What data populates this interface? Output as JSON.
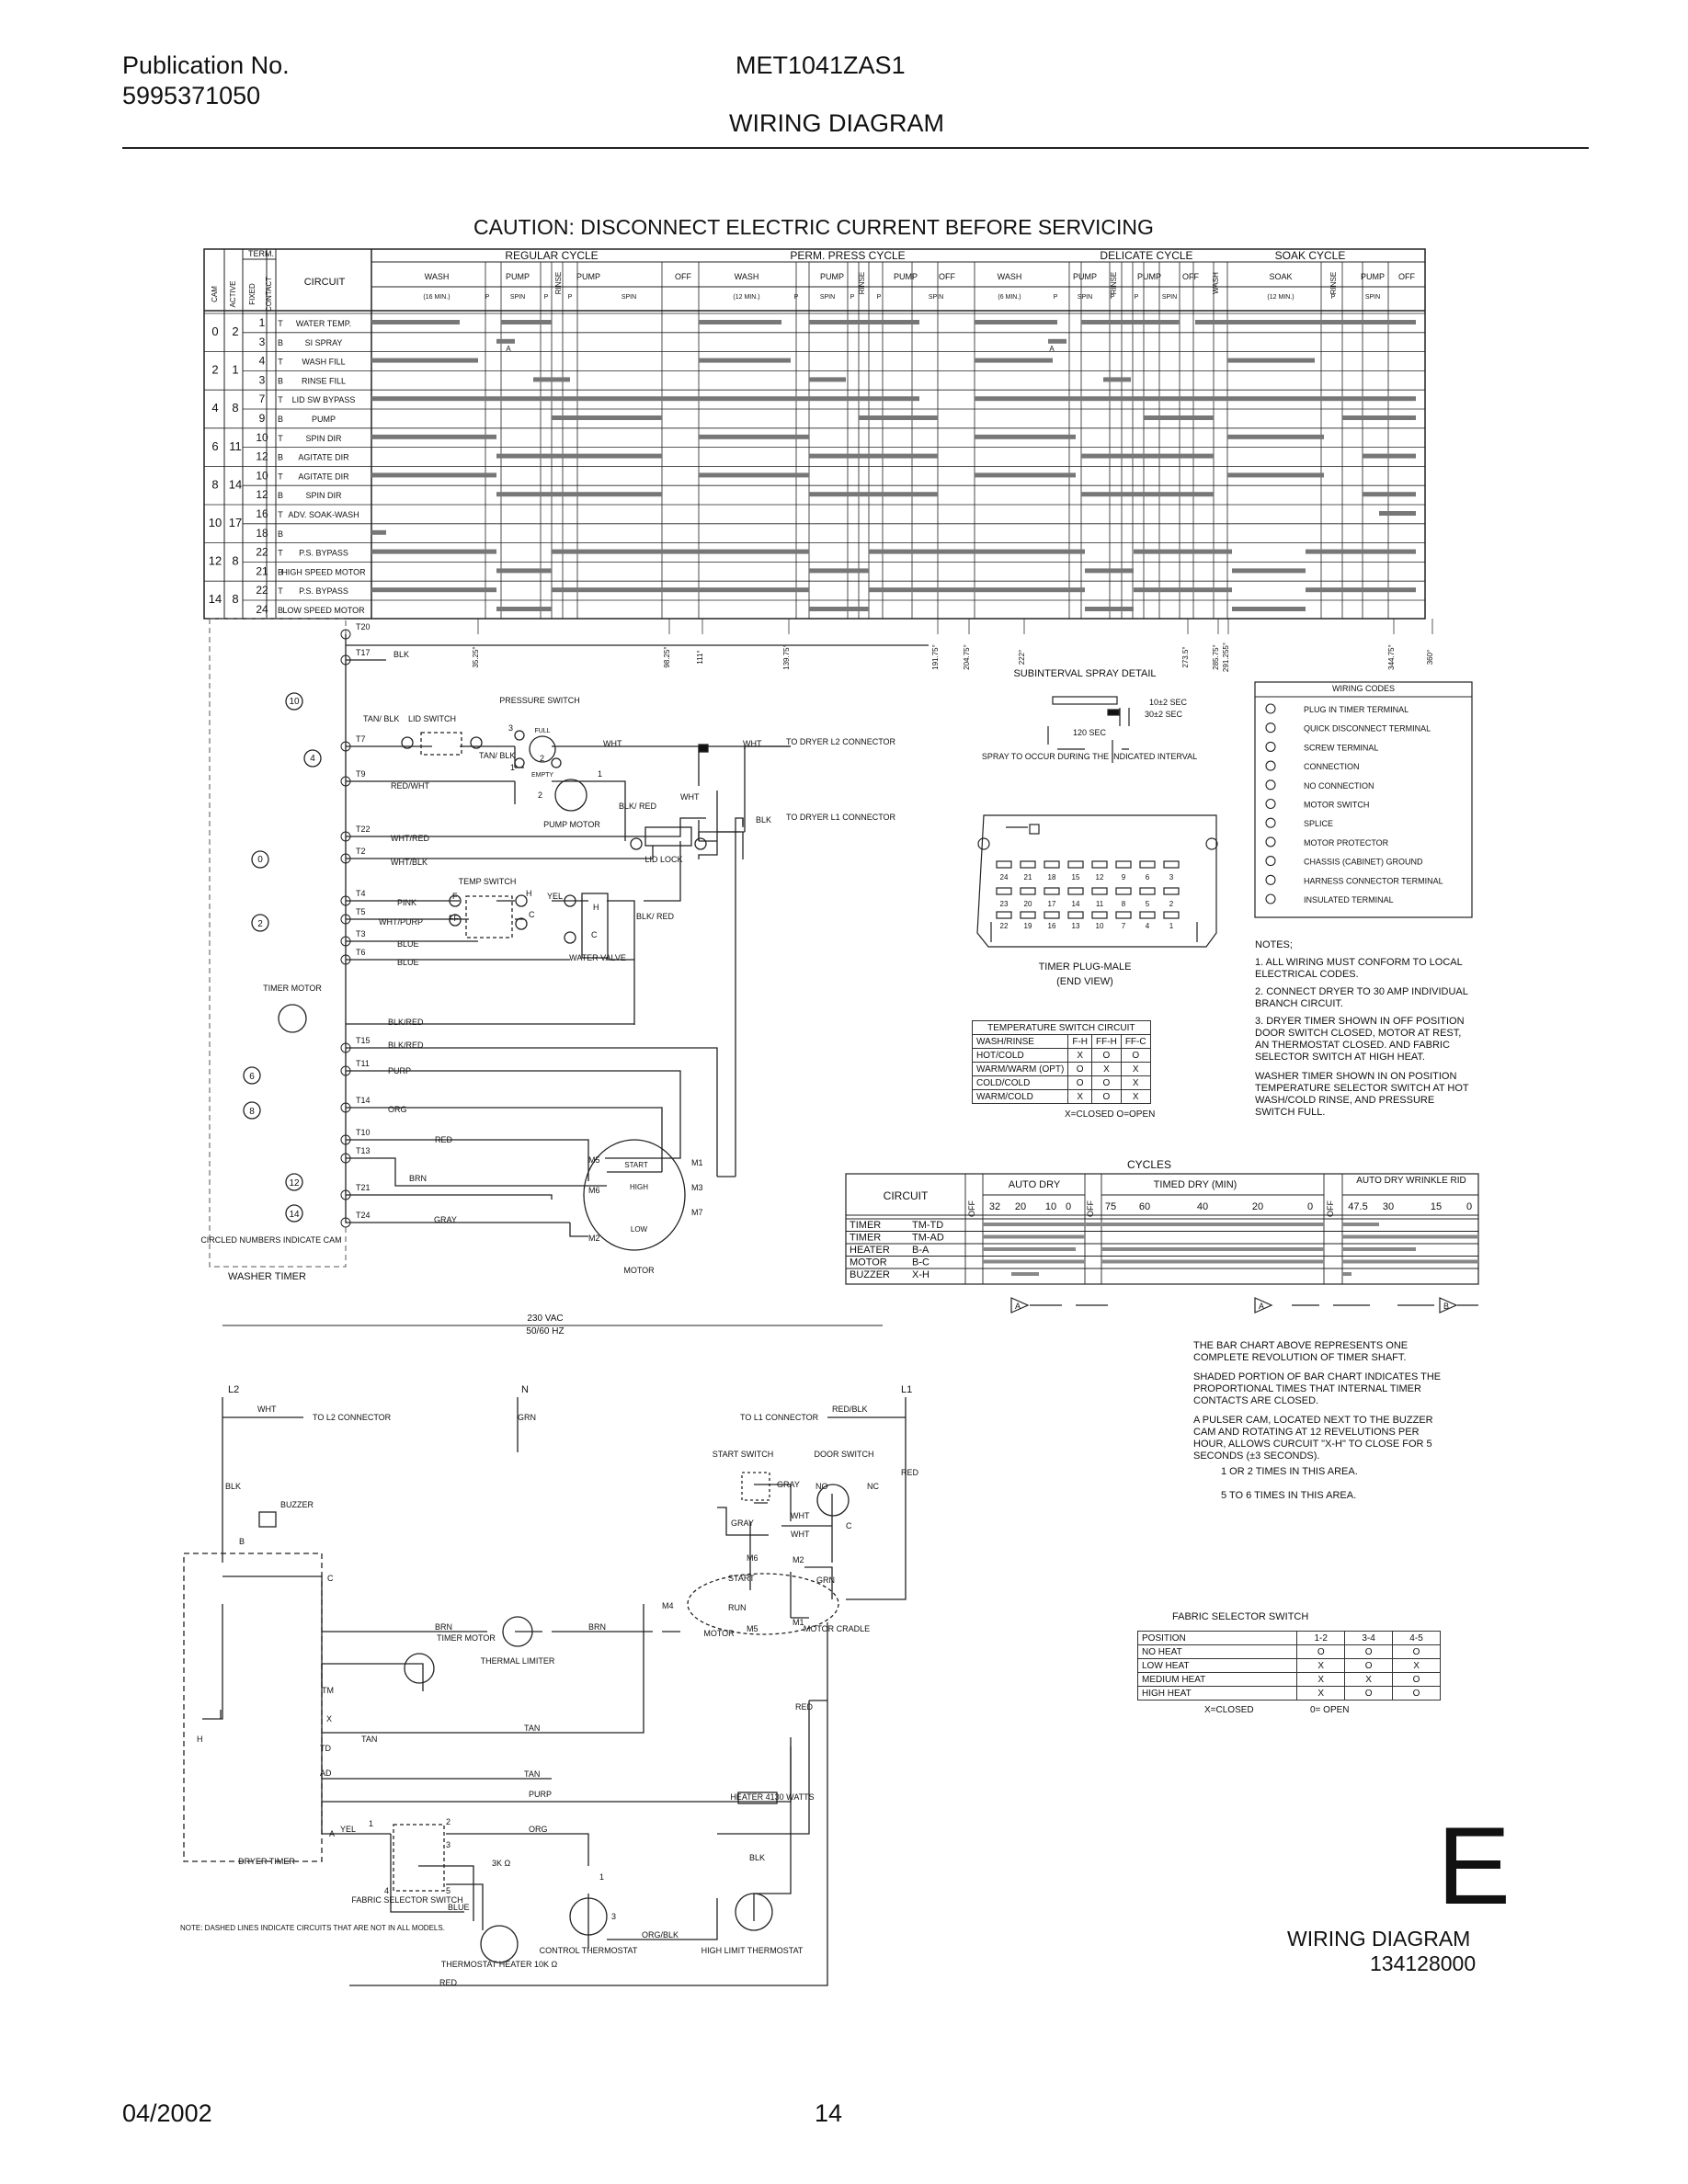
{
  "header": {
    "pub_label": "Publication No.",
    "pub_number": "5995371050",
    "model": "MET1041ZAS1",
    "doc_title": "WIRING DIAGRAM"
  },
  "caution": "CAUTION: DISCONNECT ELECTRIC CURRENT BEFORE SERVICING",
  "cam_chart": {
    "col_headers": {
      "term": "TERM.",
      "cam": "CAM",
      "active": "ACTIVE",
      "fixed": "FIXED",
      "contact": "CONTACT",
      "circuit": "CIRCUIT"
    },
    "cycles": [
      "REGULAR CYCLE",
      "PERM. PRESS CYCLE",
      "DELICATE CYCLE",
      "SOAK CYCLE"
    ],
    "sub_labels": [
      "WASH",
      "PUMP",
      "RINSE",
      "PUMP",
      "OFF",
      "WASH",
      "PUMP",
      "RINSE",
      "PUMP",
      "OFF",
      "WASH",
      "PUMP",
      "RINSE",
      "PUMP",
      "OFF",
      "WASH",
      "SOAK",
      "RINSE",
      "PUMP",
      "OFF"
    ],
    "sub_sub_labels": [
      "(16 MIN.)",
      "P",
      "SPIN",
      "P",
      "P",
      "SPIN",
      "(12 MIN.)",
      "P",
      "SPIN",
      "P",
      "P",
      "SPIN",
      "(6 MIN.)",
      "P",
      "SPIN",
      "P",
      "P",
      "SPIN",
      "(12 MIN.)",
      "P",
      "SPIN"
    ],
    "rows": [
      {
        "cam": "0",
        "active": "2",
        "fixed": "1",
        "contact": "T",
        "circuit": "WATER TEMP."
      },
      {
        "cam": "",
        "active": "",
        "fixed": "3",
        "contact": "B",
        "circuit": "SI SPRAY"
      },
      {
        "cam": "2",
        "active": "1",
        "fixed": "4",
        "contact": "T",
        "circuit": "WASH FILL"
      },
      {
        "cam": "",
        "active": "",
        "fixed": "3",
        "contact": "B",
        "circuit": "RINSE FILL"
      },
      {
        "cam": "4",
        "active": "8",
        "fixed": "7",
        "contact": "T",
        "circuit": "LID SW BYPASS"
      },
      {
        "cam": "",
        "active": "",
        "fixed": "9",
        "contact": "B",
        "circuit": "PUMP"
      },
      {
        "cam": "6",
        "active": "11",
        "fixed": "10",
        "contact": "T",
        "circuit": "SPIN DIR"
      },
      {
        "cam": "",
        "active": "",
        "fixed": "12",
        "contact": "B",
        "circuit": "AGITATE DIR"
      },
      {
        "cam": "8",
        "active": "14",
        "fixed": "10",
        "contact": "T",
        "circuit": "AGITATE DIR"
      },
      {
        "cam": "",
        "active": "",
        "fixed": "12",
        "contact": "B",
        "circuit": "SPIN DIR"
      },
      {
        "cam": "10",
        "active": "17",
        "fixed": "16",
        "contact": "T",
        "circuit": "ADV. SOAK-WASH"
      },
      {
        "cam": "",
        "active": "",
        "fixed": "18",
        "contact": "B",
        "circuit": ""
      },
      {
        "cam": "12",
        "active": "8",
        "fixed": "22",
        "contact": "T",
        "circuit": "P.S. BYPASS"
      },
      {
        "cam": "",
        "active": "",
        "fixed": "21",
        "contact": "B",
        "circuit": "HIGH SPEED MOTOR"
      },
      {
        "cam": "14",
        "active": "8",
        "fixed": "22",
        "contact": "T",
        "circuit": "P.S. BYPASS"
      },
      {
        "cam": "",
        "active": "",
        "fixed": "24",
        "contact": "B",
        "circuit": "LOW SPEED MOTOR"
      }
    ],
    "pulse_marks": [
      "A",
      "A"
    ],
    "degree_marks": [
      "35.25°",
      "98.25°",
      "111°",
      "139.75°",
      "191.75°",
      "204.75°",
      "222°",
      "273.5°",
      "285.75°",
      "291.255°",
      "344.75°",
      "360°"
    ]
  },
  "washer_timer": {
    "terminals": [
      "T20",
      "T17",
      "T7",
      "T9",
      "T22",
      "T2",
      "T4",
      "T5",
      "T3",
      "T6",
      "T15",
      "T11",
      "T14",
      "T10",
      "T13",
      "T21",
      "T24"
    ],
    "cams": [
      "10",
      "4",
      "0",
      "2",
      "6",
      "8",
      "12",
      "14"
    ],
    "wires": [
      "BLK",
      "TAN/ BLK",
      "RED/WHT",
      "WHT/RED",
      "WHT/BLK",
      "PINK",
      "WHT/PURP",
      "BLUE",
      "BLUE",
      "BLK/RED",
      "BLK/RED",
      "PURP",
      "ORG",
      "RED",
      "BRN",
      "GRAY",
      "YEL",
      "WHT",
      "WHT",
      "BLK/ RED",
      "BLK/ RED",
      "WHT",
      "BLK",
      "TAN/ BLK"
    ],
    "labels": {
      "lid_switch": "LID SWITCH",
      "pressure_switch": "PRESSURE SWITCH",
      "full": "FULL",
      "empty": "EMPTY",
      "pump_motor": "PUMP MOTOR",
      "lid_lock": "LID LOCK",
      "temp_switch": "TEMP SWITCH",
      "water_valve": "WATER VALVE",
      "timer_motor": "TIMER MOTOR",
      "motor": "MOTOR",
      "start": "START",
      "high": "HIGH",
      "low": "LOW",
      "to_dryer_l2": "TO DRYER L2 CONNECTOR",
      "to_dryer_l1": "TO DRYER L1 CONNECTOR",
      "circled_note": "CIRCLED NUMBERS INDICATE CAM",
      "title": "WASHER TIMER"
    },
    "pins": [
      "3",
      "1",
      "2",
      "1",
      "2",
      "F",
      "FF",
      "H",
      "C",
      "H",
      "C",
      "M5",
      "M6",
      "M2",
      "M1",
      "M3",
      "M7"
    ]
  },
  "subinterval": {
    "title": "SUBINTERVAL SPRAY DETAIL",
    "t1": "10±2 SEC",
    "t2": "30±2 SEC",
    "t3": "120 SEC",
    "note": "SPRAY TO OCCUR DURING THE INDICATED INTERVAL"
  },
  "wiring_codes": {
    "title": "WIRING CODES",
    "items": [
      "PLUG IN TIMER TERMINAL",
      "QUICK DISCONNECT TERMINAL",
      "SCREW TERMINAL",
      "CONNECTION",
      "NO CONNECTION",
      "MOTOR SWITCH",
      "SPLICE",
      "MOTOR PROTECTOR",
      "CHASSIS (CABINET) GROUND",
      "HARNESS CONNECTOR TERMINAL",
      "INSULATED TERMINAL"
    ]
  },
  "timer_plug": {
    "top_numbers": [
      "24",
      "21",
      "18",
      "15",
      "12",
      "9",
      "6",
      "3"
    ],
    "bottom_numbers": [
      "23",
      "20",
      "17",
      "14",
      "11",
      "8",
      "5",
      "2",
      "22",
      "19",
      "16",
      "13",
      "10",
      "7",
      "4",
      "1"
    ],
    "title": "TIMER PLUG-MALE",
    "subtitle": "(END VIEW)"
  },
  "temp_switch_circuit": {
    "title": "TEMPERATURE SWITCH CIRCUIT",
    "headers": [
      "WASH/RINSE",
      "F-H",
      "FF-H",
      "FF-C"
    ],
    "rows": [
      [
        "HOT/COLD",
        "X",
        "O",
        "O"
      ],
      [
        "WARM/WARM (OPT)",
        "O",
        "X",
        "X"
      ],
      [
        "COLD/COLD",
        "O",
        "O",
        "X"
      ],
      [
        "WARM/COLD",
        "X",
        "O",
        "X"
      ]
    ],
    "legend": "X=CLOSED    O=OPEN"
  },
  "notes": {
    "title": "NOTES;",
    "items": [
      "1. ALL WIRING MUST CONFORM TO LOCAL ELECTRICAL CODES.",
      "2. CONNECT DRYER TO 30 AMP INDIVIDUAL BRANCH CIRCUIT.",
      "3. DRYER TIMER SHOWN IN OFF POSITION DOOR SWITCH CLOSED, MOTOR AT REST, AN THERMOSTAT CLOSED. AND FABRIC SELECTOR SWITCH AT HIGH HEAT.",
      "WASHER TIMER SHOWN IN ON POSITION TEMPERATURE SELECTOR SWITCH AT HOT WASH/COLD RINSE, AND PRESSURE SWITCH FULL."
    ]
  },
  "dryer_cycles": {
    "title": "CYCLES",
    "circuit": "CIRCUIT",
    "off": "OFF",
    "groups": [
      "AUTO DRY",
      "TIMED DRY (MIN)",
      "AUTO DRY WRINKLE RID"
    ],
    "auto_dry_ticks": [
      "32",
      "20",
      "10",
      "0"
    ],
    "timed_ticks": [
      "75",
      "60",
      "40",
      "20",
      "0"
    ],
    "wrinkle_ticks": [
      "47.5",
      "30",
      "15",
      "0"
    ],
    "rows": [
      [
        "TIMER",
        "TM-TD"
      ],
      [
        "TIMER",
        "TM-AD"
      ],
      [
        "HEATER",
        "B-A"
      ],
      [
        "MOTOR",
        "B-C"
      ],
      [
        "BUZZER",
        "X-H"
      ]
    ],
    "arrow_marks": [
      "A",
      "A",
      "B"
    ]
  },
  "bar_chart_notes": [
    "THE BAR CHART ABOVE REPRESENTS ONE COMPLETE REVOLUTION OF TIMER SHAFT.",
    "SHADED PORTION OF BAR CHART INDICATES THE PROPORTIONAL TIMES THAT INTERNAL TIMER CONTACTS ARE CLOSED.",
    "A PULSER CAM, LOCATED NEXT TO THE BUZZER CAM AND ROTATING AT 12 REVELUTIONS PER HOUR, ALLOWS CURCUIT \"X-H\" TO CLOSE FOR 5 SECONDS (±3 SECONDS).",
    "1 OR 2 TIMES IN THIS AREA.",
    "5 TO 6 TIMES IN THIS AREA."
  ],
  "dryer": {
    "supply": "230 VAC",
    "freq": "50/60 HZ",
    "l2": "L2",
    "n": "N",
    "l1": "L1",
    "grn": "GRN",
    "to_l2": "TO L2 CONNECTOR",
    "to_l1": "TO L1 CONNECTOR",
    "buzzer": "BUZZER",
    "timer_motor": "TIMER MOTOR",
    "thermal_limiter": "THERMAL LIMITER",
    "start_switch": "START SWITCH",
    "door_switch": "DOOR SWITCH",
    "motor": "MOTOR",
    "motor_cradle": "MOTOR CRADLE",
    "heater": "HEATER 4130 WATTS",
    "dryer_timer": "DRYER TIMER",
    "fabric_selector": "FABRIC SELECTOR SWITCH",
    "thermostat_heater": "THERMOSTAT HEATER 10K Ω",
    "control_thermostat": "CONTROL THERMOSTAT",
    "high_limit": "HIGH LIMIT THERMOSTAT",
    "resistor": "3K Ω",
    "wires": [
      "WHT",
      "RED/BLK",
      "BLK",
      "BRN",
      "BRN",
      "TAN",
      "TAN",
      "TAN",
      "PURP",
      "YEL",
      "ORG",
      "BLUE",
      "RED",
      "ORG/BLK",
      "BLK",
      "RED",
      "RED",
      "GRAY",
      "GRAY",
      "WHT",
      "WHT",
      "GRN"
    ],
    "pins": [
      "B",
      "C",
      "TM",
      "X",
      "TD",
      "AD",
      "A",
      "H",
      "NO",
      "NC",
      "C",
      "M6",
      "M2",
      "M4",
      "M5",
      "M1",
      "START",
      "RUN",
      "1",
      "2",
      "3",
      "4",
      "5",
      "1",
      "3"
    ],
    "note": "NOTE: DASHED LINES INDICATE CIRCUITS THAT ARE NOT IN ALL MODELS."
  },
  "fabric_selector_table": {
    "title": "FABRIC SELECTOR SWITCH",
    "headers": [
      "POSITION",
      "1-2",
      "3-4",
      "4-5"
    ],
    "rows": [
      [
        "NO HEAT",
        "O",
        "O",
        "O"
      ],
      [
        "LOW HEAT",
        "X",
        "O",
        "X"
      ],
      [
        "MEDIUM HEAT",
        "X",
        "X",
        "O"
      ],
      [
        "HIGH HEAT",
        "X",
        "O",
        "O"
      ]
    ],
    "legend_x": "X=CLOSED",
    "legend_o": "0= OPEN"
  },
  "footer": {
    "big_letter": "E",
    "diagram_title": "WIRING DIAGRAM",
    "diagram_number": "134128000",
    "date": "04/2002",
    "page": "14"
  }
}
